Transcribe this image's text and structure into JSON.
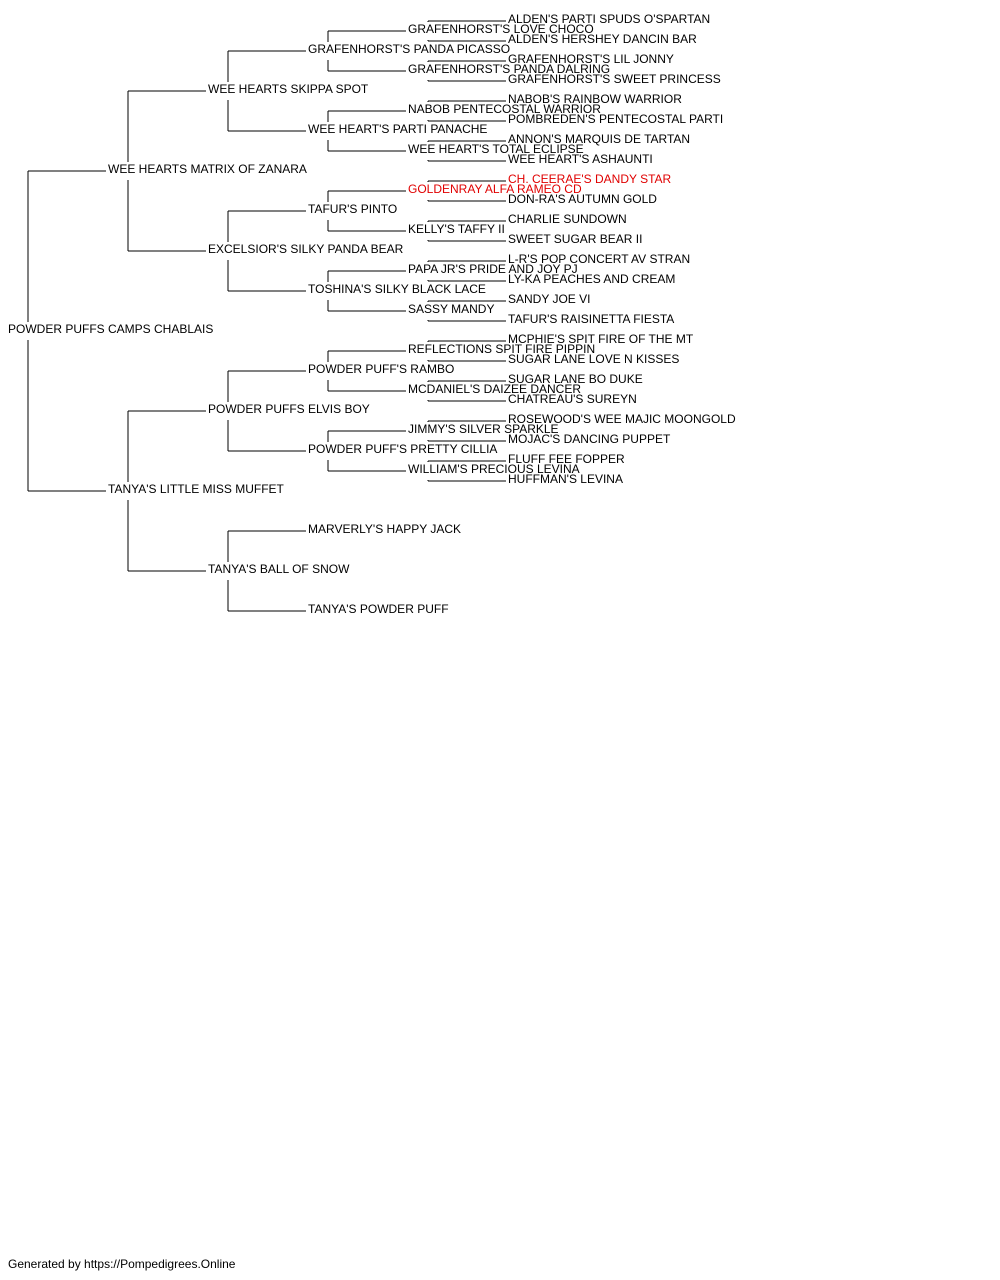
{
  "footer": "Generated by https://Pompedigrees.Online",
  "colors": {
    "line": "#000000",
    "text": "#000000",
    "highlight": "#e00000"
  },
  "pedigree": {
    "name": "POWDER PUFFS CAMPS CHABLAIS",
    "parents": [
      {
        "name": "WEE HEARTS MATRIX OF ZANARA",
        "parents": [
          {
            "name": "WEE HEARTS SKIPPA SPOT",
            "parents": [
              {
                "name": "GRAFENHORST'S PANDA PICASSO",
                "parents": [
                  {
                    "name": "GRAFENHORST'S LOVE CHOCO",
                    "parents": [
                      {
                        "name": "ALDEN'S PARTI SPUDS O'SPARTAN"
                      },
                      {
                        "name": "ALDEN'S HERSHEY DANCIN BAR"
                      }
                    ]
                  },
                  {
                    "name": "GRAFENHORST'S PANDA DALRING",
                    "parents": [
                      {
                        "name": "GRAFENHORST'S LIL JONNY"
                      },
                      {
                        "name": "GRAFENHORST'S SWEET PRINCESS"
                      }
                    ]
                  }
                ]
              },
              {
                "name": "WEE HEART'S PARTI PANACHE",
                "parents": [
                  {
                    "name": "NABOB PENTECOSTAL WARRIOR",
                    "parents": [
                      {
                        "name": "NABOB'S RAINBOW WARRIOR"
                      },
                      {
                        "name": "POMBREDEN'S PENTECOSTAL PARTI"
                      }
                    ]
                  },
                  {
                    "name": "WEE HEART'S TOTAL ECLIPSE",
                    "parents": [
                      {
                        "name": "ANNON'S MARQUIS DE TARTAN"
                      },
                      {
                        "name": "WEE HEART'S ASHAUNTI"
                      }
                    ]
                  }
                ]
              }
            ]
          },
          {
            "name": "EXCELSIOR'S SILKY PANDA BEAR",
            "parents": [
              {
                "name": "TAFUR'S PINTO",
                "parents": [
                  {
                    "name": "GOLDENRAY ALFA RAMEO CD",
                    "highlight": true,
                    "parents": [
                      {
                        "name": "CH. CEERAE'S DANDY STAR",
                        "highlight": true
                      },
                      {
                        "name": "DON-RA'S AUTUMN GOLD"
                      }
                    ]
                  },
                  {
                    "name": "KELLY'S TAFFY II",
                    "parents": [
                      {
                        "name": "CHARLIE SUNDOWN"
                      },
                      {
                        "name": "SWEET SUGAR BEAR II"
                      }
                    ]
                  }
                ]
              },
              {
                "name": "TOSHINA'S SILKY BLACK LACE",
                "parents": [
                  {
                    "name": "PAPA JR'S PRIDE AND JOY PJ",
                    "parents": [
                      {
                        "name": "L-R'S POP CONCERT AV STRAN"
                      },
                      {
                        "name": "LY-KA PEACHES AND CREAM"
                      }
                    ]
                  },
                  {
                    "name": "SASSY MANDY",
                    "parents": [
                      {
                        "name": "SANDY JOE VI"
                      },
                      {
                        "name": "TAFUR'S RAISINETTA FIESTA"
                      }
                    ]
                  }
                ]
              }
            ]
          }
        ]
      },
      {
        "name": "TANYA'S LITTLE MISS MUFFET",
        "parents": [
          {
            "name": "POWDER PUFFS ELVIS BOY",
            "parents": [
              {
                "name": "POWDER PUFF'S RAMBO",
                "parents": [
                  {
                    "name": "REFLECTIONS SPIT FIRE PIPPIN",
                    "parents": [
                      {
                        "name": "MCPHIE'S SPIT FIRE OF THE MT"
                      },
                      {
                        "name": "SUGAR LANE LOVE N KISSES"
                      }
                    ]
                  },
                  {
                    "name": "MCDANIEL'S DAIZEE DANCER",
                    "parents": [
                      {
                        "name": "SUGAR LANE BO DUKE"
                      },
                      {
                        "name": "CHATREAU'S SUREYN"
                      }
                    ]
                  }
                ]
              },
              {
                "name": "POWDER PUFF'S PRETTY CILLIA",
                "parents": [
                  {
                    "name": "JIMMY'S SILVER SPARKLE",
                    "parents": [
                      {
                        "name": "ROSEWOOD'S WEE MAJIC MOONGOLD"
                      },
                      {
                        "name": "MOJAC'S DANCING PUPPET"
                      }
                    ]
                  },
                  {
                    "name": "WILLIAM'S PRECIOUS LEVINA",
                    "parents": [
                      {
                        "name": "FLUFF FEE FOPPER"
                      },
                      {
                        "name": "HUFFMAN'S LEVINA"
                      }
                    ]
                  }
                ]
              }
            ]
          },
          {
            "name": "TANYA'S BALL OF SNOW",
            "parents": [
              {
                "name": "MARVERLY'S HAPPY JACK"
              },
              {
                "name": "TANYA'S POWDER PUFF"
              }
            ]
          }
        ]
      }
    ]
  }
}
